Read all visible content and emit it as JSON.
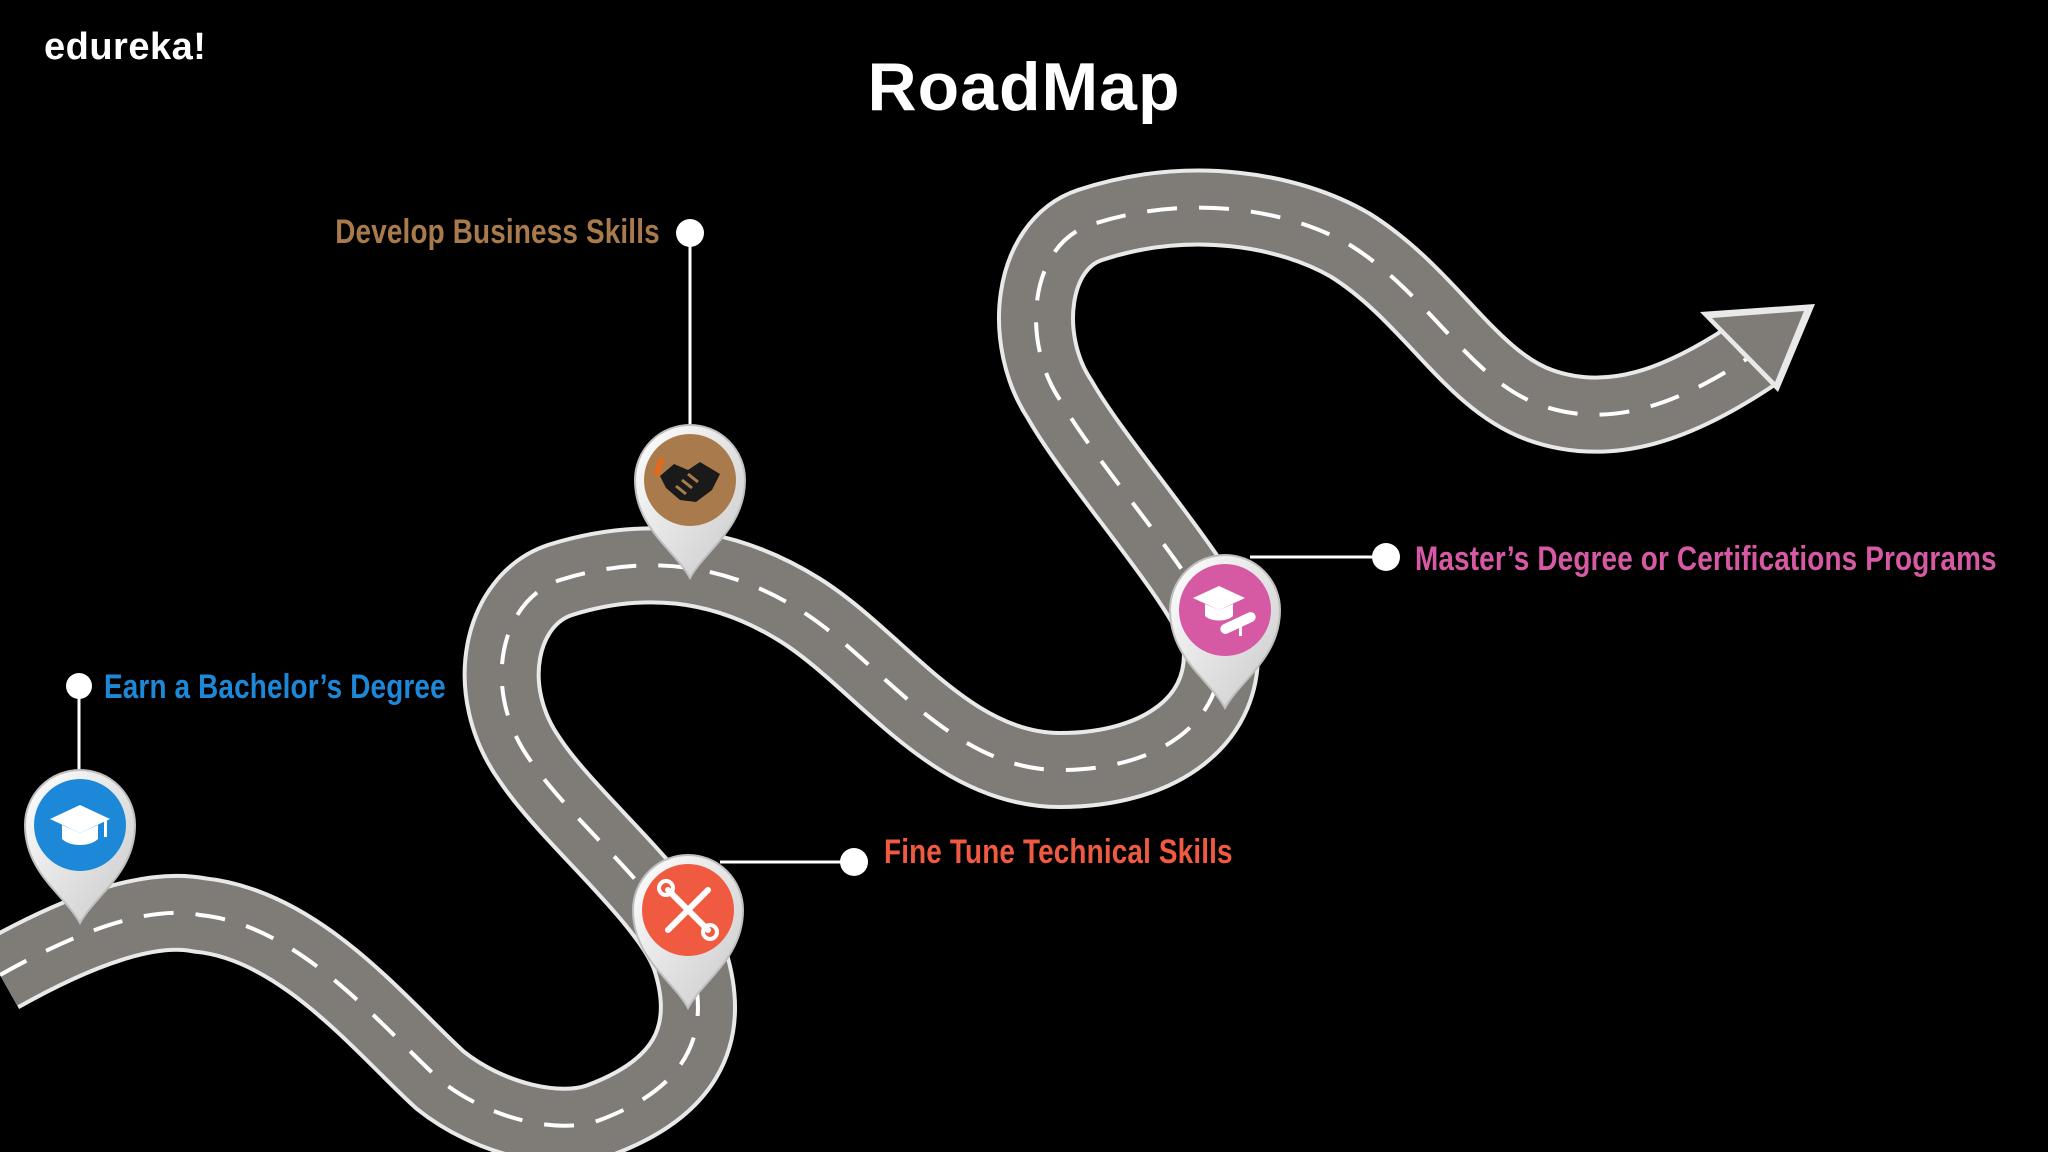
{
  "brand": "edureka!",
  "title": "RoadMap",
  "milestones": [
    {
      "label": "Earn a Bachelor’s Degree",
      "color": "#1e88d8",
      "icon": "graduation-cap-icon"
    },
    {
      "label": "Develop Business Skills",
      "color": "#a97b4c",
      "icon": "handshake-icon"
    },
    {
      "label": "Fine Tune Technical Skills",
      "color": "#ef5a41",
      "icon": "wrench-screwdriver-icon"
    },
    {
      "label": "Master’s Degree or Certifications Programs",
      "color": "#d65aa3",
      "icon": "cap-and-diploma-icon"
    }
  ],
  "road_color": "#7f7b76",
  "background": "#000000"
}
